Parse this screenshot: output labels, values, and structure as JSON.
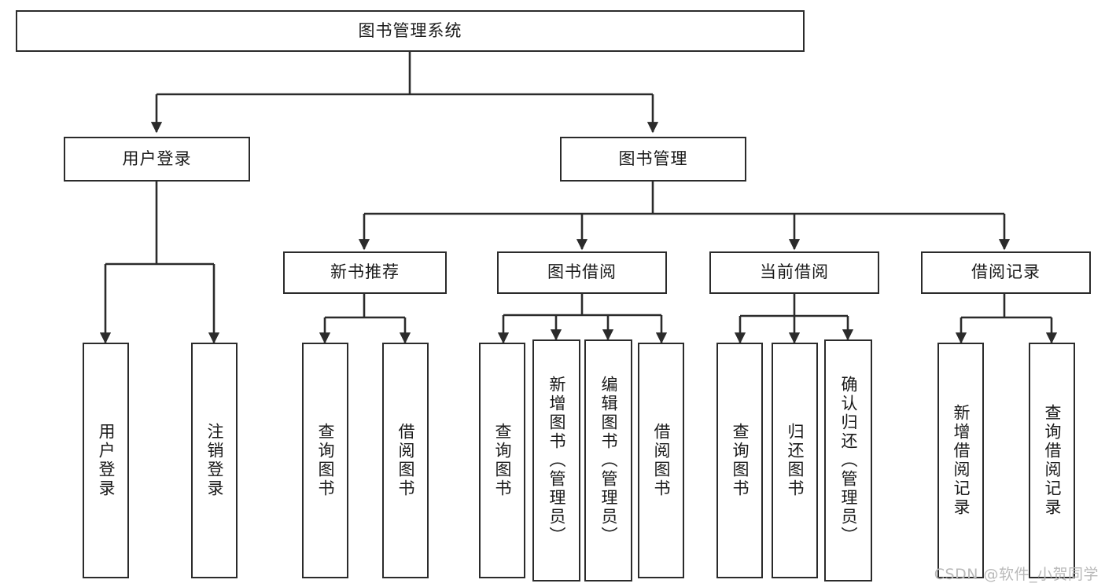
{
  "diagram": {
    "title": "图书管理系统",
    "type": "tree-hierarchy",
    "watermark": "CSDN @软件_小贺同学",
    "colors": {
      "stroke": "#2b2b2b",
      "fill": "#ffffff",
      "text": "#1a1a1a",
      "watermark": "#b9b9b9"
    },
    "levels": {
      "root": "图书管理系统",
      "level2": [
        "用户登录",
        "图书管理"
      ],
      "level3": [
        "新书推荐",
        "图书借阅",
        "当前借阅",
        "借阅记录"
      ]
    },
    "nodes": {
      "root": {
        "label": "图书管理系统"
      },
      "user_login": {
        "label": "用户登录"
      },
      "book_manage": {
        "label": "图书管理"
      },
      "new_book_rec": {
        "label": "新书推荐"
      },
      "book_borrow": {
        "label": "图书借阅"
      },
      "current_borrow": {
        "label": "当前借阅"
      },
      "borrow_record": {
        "label": "借阅记录"
      },
      "leaf_user_login": {
        "label": "用户登录"
      },
      "leaf_logout": {
        "label": "注销登录"
      },
      "leaf_query_book_1": {
        "label": "查询图书"
      },
      "leaf_borrow_book_1": {
        "label": "借阅图书"
      },
      "leaf_query_book_2": {
        "label": "查询图书"
      },
      "leaf_add_book_admin": {
        "label": "新增图书（管理员）"
      },
      "leaf_edit_book_admin": {
        "label": "编辑图书（管理员）"
      },
      "leaf_borrow_book_2": {
        "label": "借阅图书"
      },
      "leaf_query_book_3": {
        "label": "查询图书"
      },
      "leaf_return_book": {
        "label": "归还图书"
      },
      "leaf_confirm_return_admin": {
        "label": "确认归还（管理员）"
      },
      "leaf_add_record": {
        "label": "新增借阅记录"
      },
      "leaf_query_record": {
        "label": "查询借阅记录"
      }
    }
  }
}
